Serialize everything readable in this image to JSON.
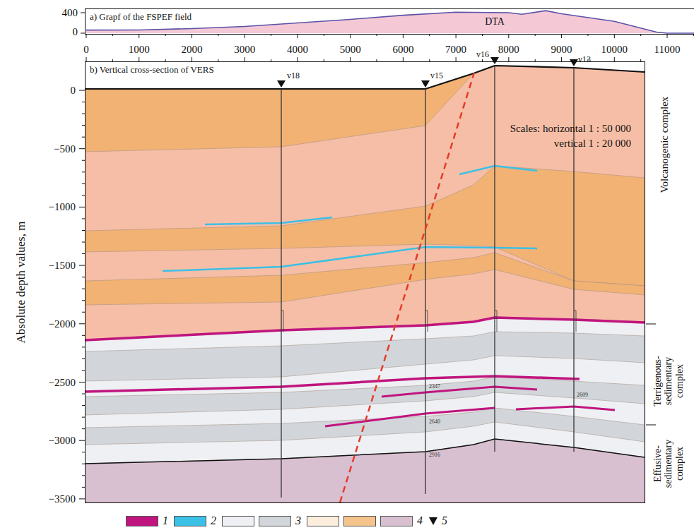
{
  "diagram": {
    "nodes": [
      {
        "text": [
          "a) Grapf of the FSPEF field"
        ]
      },
      {
        "text": [
          "b) Vertical cross-section of VERS"
        ]
      }
    ],
    "labels": [
      "400",
      "0",
      "DTA",
      "0",
      "1000",
      "2000",
      "3000",
      "4000",
      "5000",
      "6000",
      "7000",
      "8000",
      "9000",
      "10000",
      "11000",
      "v18",
      "v15",
      "v16",
      "v13",
      "Scales: horizontal 1 : 50 000",
      "vertical 1 : 20 000",
      "0",
      "−500",
      "−1000",
      "−1500",
      "−2000",
      "−2500",
      "−3000",
      "−3500",
      "Absolute depth values, m",
      "Volcanogenic complex",
      "Terrigenous-sedimentary complex",
      "Effusive-sedimentary complex",
      "2347",
      "2640",
      "2916",
      "2609"
    ],
    "legend": [
      {
        "text": "1",
        "color": "#c0157e"
      },
      {
        "text": "2",
        "color": "#3cc0e6"
      },
      {
        "text": "3",
        "color": "#d2d6da"
      },
      {
        "text": "4",
        "color": "#d9c0d1"
      },
      {
        "text": "5"
      }
    ]
  }
}
